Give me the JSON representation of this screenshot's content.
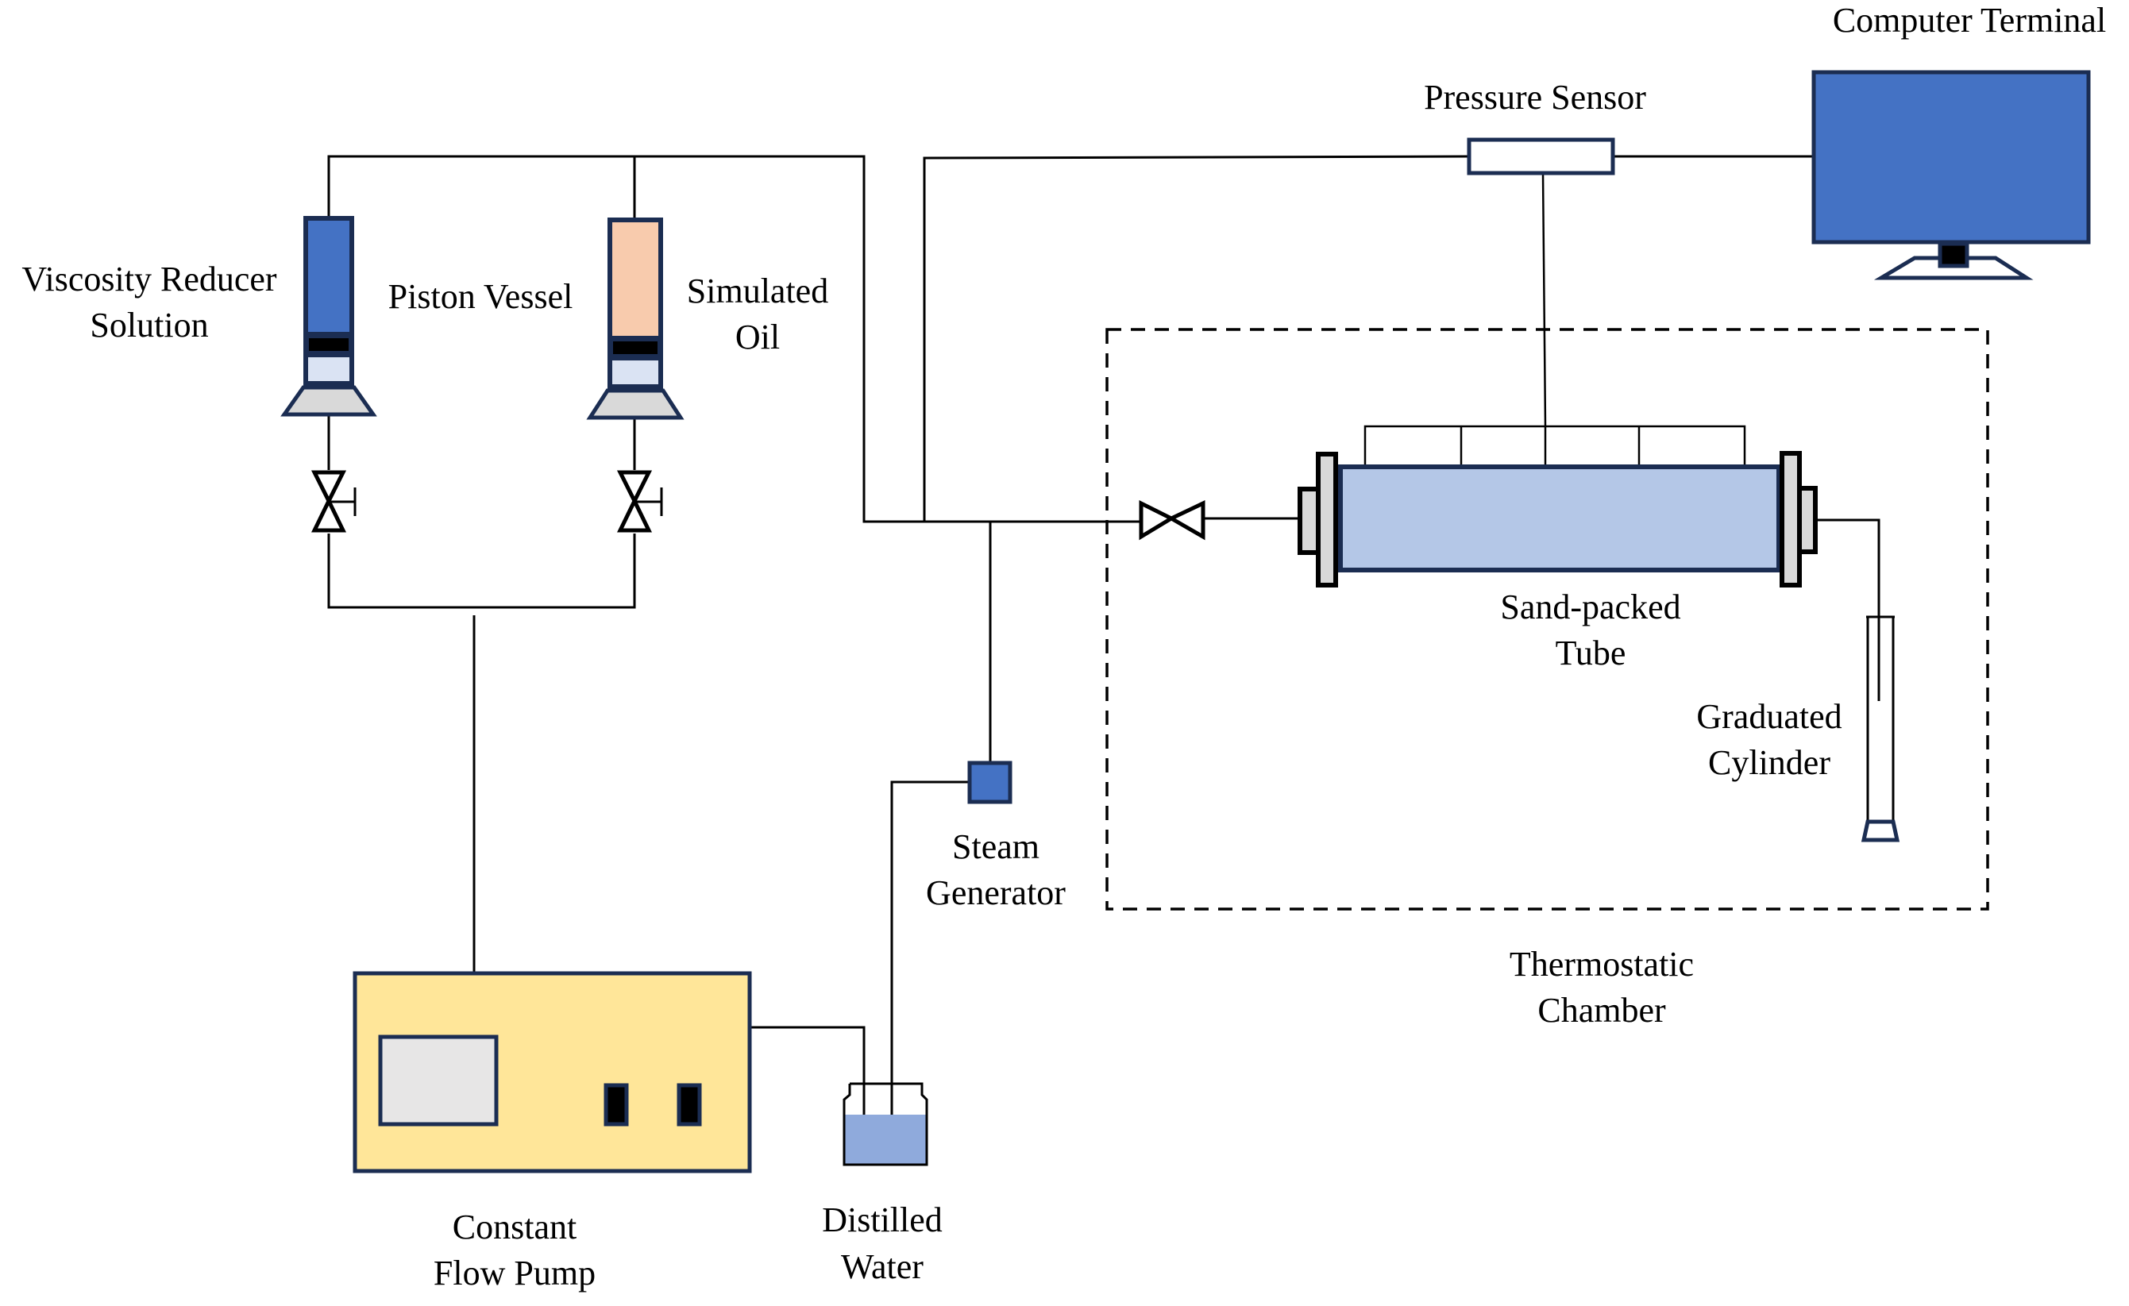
{
  "diagram": {
    "title": "Sand-pack flooding experimental setup",
    "labels": {
      "viscosity_reducer": [
        "Viscosity Reducer",
        "Solution"
      ],
      "piston_vessel": "Piston Vessel",
      "simulated_oil": [
        "Simulated",
        "Oil"
      ],
      "pressure_sensor": "Pressure Sensor",
      "computer_terminal": "Computer Terminal",
      "sand_packed_tube": [
        "Sand-packed",
        "Tube"
      ],
      "graduated_cylinder": [
        "Graduated",
        "Cylinder"
      ],
      "steam_generator": [
        "Steam",
        "Generator"
      ],
      "thermostatic_chamber": [
        "Thermostatic",
        "Chamber"
      ],
      "constant_flow_pump": [
        "Constant",
        "Flow Pump"
      ],
      "distilled_water": [
        "Distilled",
        "Water"
      ]
    },
    "colors": {
      "outline": "#1b2d52",
      "reducer_fill": "#4472c4",
      "oil_fill": "#f8cbad",
      "piston_lower": "#dae3f3",
      "base_gray": "#d9d9d9",
      "tube_fill": "#b4c7e7",
      "pump_fill": "#ffe699",
      "pump_screen": "#e7e6e6",
      "water_fill": "#8faadc",
      "monitor_fill": "#4472c4"
    }
  }
}
